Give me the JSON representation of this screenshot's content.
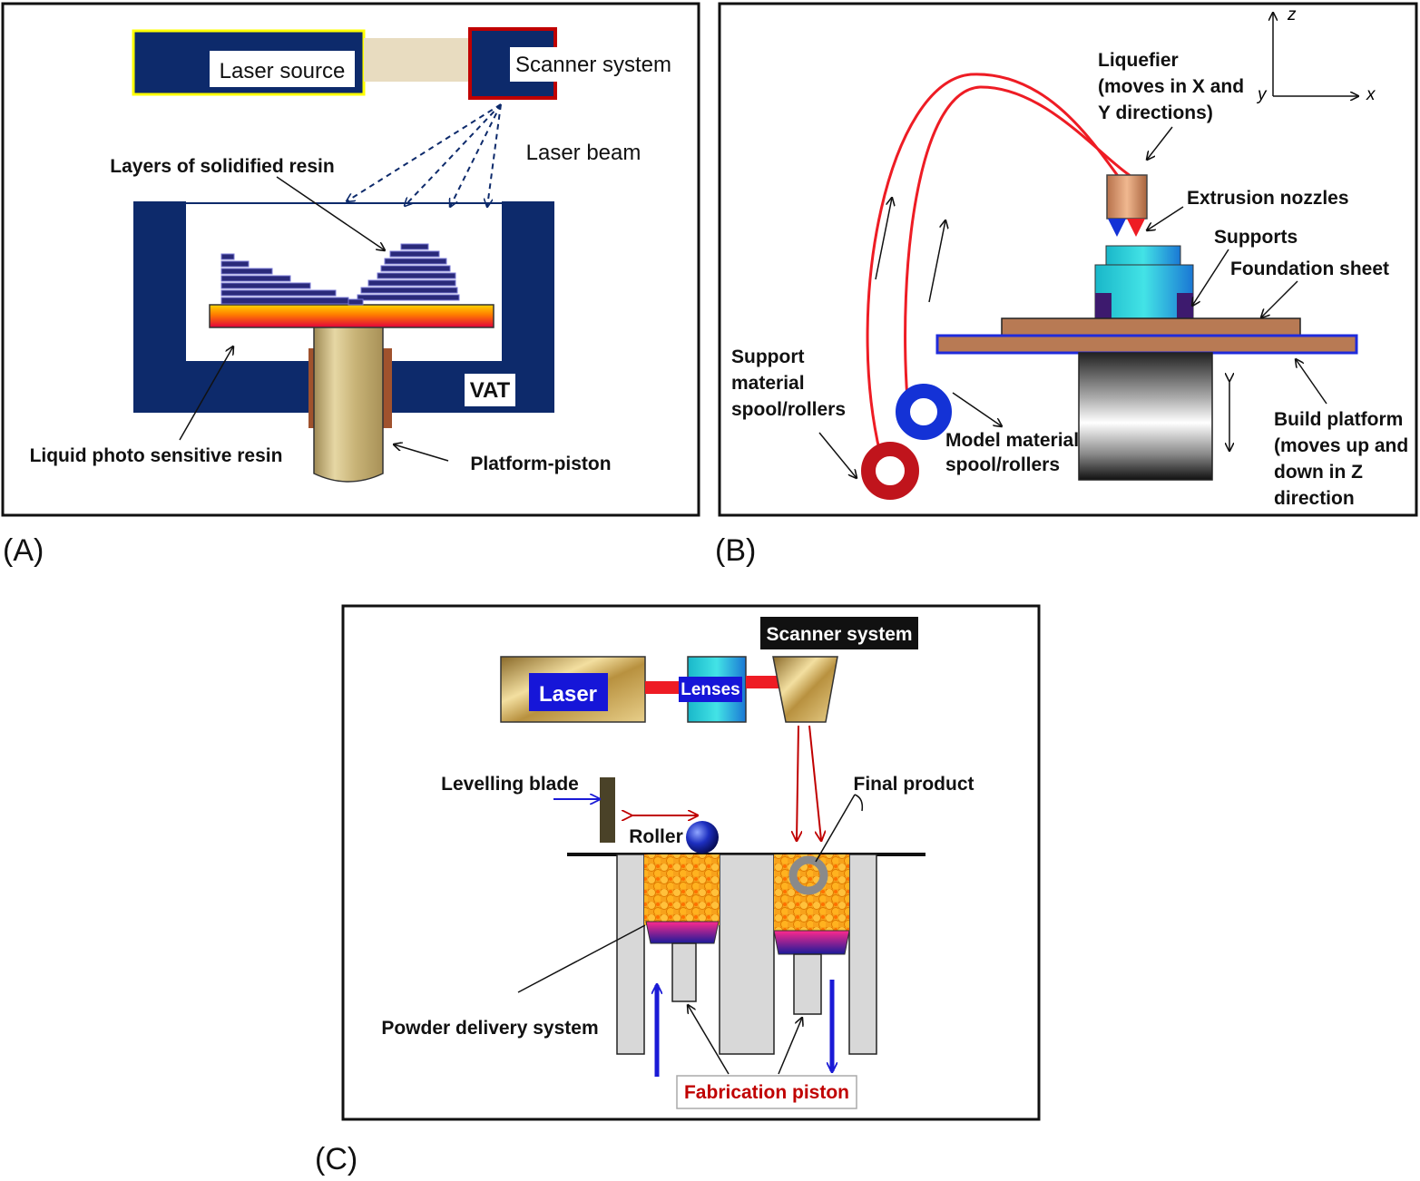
{
  "panels": {
    "a": {
      "caption": "(A)",
      "laser_source": "Laser source",
      "scanner_system": "Scanner system",
      "laser_beam": "Laser beam",
      "layers_label": "Layers of solidified resin",
      "vat": "VAT",
      "liquid_resin": "Liquid photo sensitive resin",
      "platform_piston": "Platform-piston"
    },
    "b": {
      "caption": "(B)",
      "axis_z": "z",
      "axis_y": "y",
      "axis_x": "x",
      "liquefier": [
        "Liquefier",
        "(moves in X and",
        "Y directions)"
      ],
      "extrusion_nozzles": "Extrusion nozzles",
      "supports": "Supports",
      "foundation_sheet": "Foundation sheet",
      "support_material": [
        "Support",
        "material",
        "spool/rollers"
      ],
      "model_material": [
        "Model material",
        "spool/rollers"
      ],
      "build_platform": [
        "Build platform",
        "(moves up and",
        "down  in Z",
        "direction"
      ]
    },
    "c": {
      "caption": "(C)",
      "scanner_system": "Scanner system",
      "laser": "Laser",
      "lenses": "Lenses",
      "levelling_blade": "Levelling blade",
      "roller": "Roller",
      "final_product": "Final product",
      "powder_delivery": "Powder delivery system",
      "fabrication_piston": "Fabrication piston"
    }
  },
  "colors": {
    "navy": "#0d2a6b",
    "laser_red": "#ee1c24",
    "brown": "#b87a54",
    "blue_outline": "#1f2bdb",
    "powder_orange": "#f7a21b",
    "arrow_blue": "#1a1ad6",
    "arrow_red": "#c00000"
  }
}
